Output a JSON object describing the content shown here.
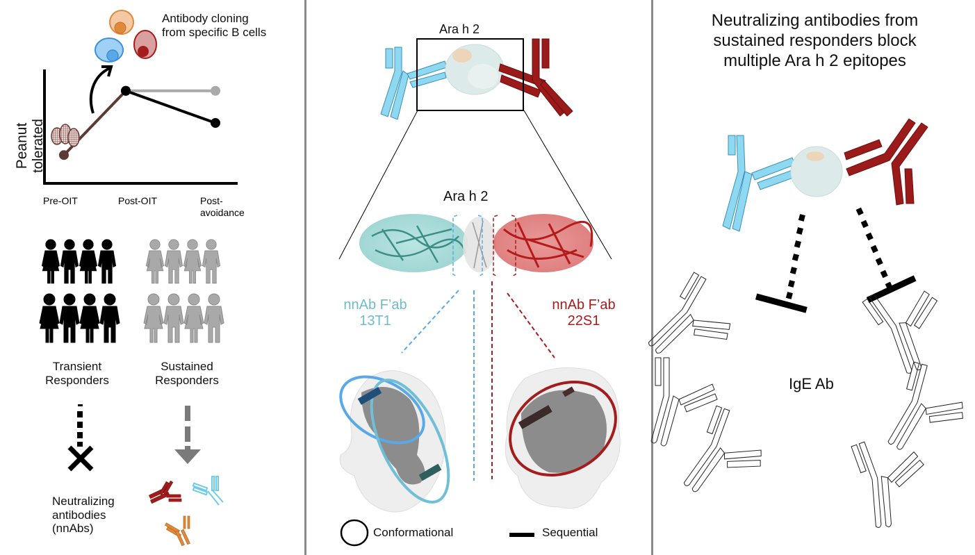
{
  "panel1": {
    "cloning_label_line1": "Antibody cloning",
    "cloning_label_line2": "from specific B cells",
    "y_axis_line1": "Peanut",
    "y_axis_line2": "tolerated",
    "group_transient_line1": "Transient",
    "group_transient_line2": "Responders",
    "group_sustained_line1": "Sustained",
    "group_sustained_line2": "Responders",
    "nnabs_line1": "Neutralizing",
    "nnabs_line2": "antibodies",
    "nnabs_line3": "(nnAbs)",
    "colors": {
      "prepath": "#5b3a36",
      "transient": "#000000",
      "sustained": "#a9a9a9",
      "cell_orange": "#e0893a",
      "cell_blue": "#5aa9e6",
      "cell_red": "#a51c1c"
    }
  },
  "chart_data": {
    "type": "line",
    "title": "",
    "xlabel": "",
    "ylabel": "Peanut tolerated",
    "categories": [
      "Pre-OIT",
      "Post-OIT",
      "Post-avoidance"
    ],
    "series": [
      {
        "name": "Pre-OIT to Post-OIT (all)",
        "values": [
          1,
          4,
          null
        ],
        "color": "#5b3a36"
      },
      {
        "name": "Sustained Responders",
        "values": [
          null,
          4,
          4
        ],
        "color": "#a9a9a9"
      },
      {
        "name": "Transient Responders",
        "values": [
          null,
          4,
          2.5
        ],
        "color": "#000000"
      }
    ],
    "ylim": [
      0,
      5
    ],
    "grid": false,
    "legend": "none"
  },
  "panel2": {
    "top_label": "Ara h 2",
    "middle_label": "Ara h 2",
    "fab_left_line1": "nnAb F’ab",
    "fab_left_line2": "13T1",
    "fab_right_line1": "nnAb F’ab",
    "fab_right_line2": "22S1",
    "legend_conformational": "Conformational",
    "legend_sequential": "Sequential",
    "colors": {
      "fab_left": "#7cc5cc",
      "fab_left_text": "#6fbcc6",
      "fab_right": "#a51c1c",
      "ab_blue": "#8fd8f2",
      "ellipse_blue": "#5aa9e6",
      "ellipse_teal": "#6fbfd6"
    }
  },
  "panel3": {
    "title_line1": "Neutralizing antibodies from",
    "title_line2": "sustained responders block",
    "title_line3": "multiple Ara h 2 epitopes",
    "ige_label": "IgE Ab"
  }
}
